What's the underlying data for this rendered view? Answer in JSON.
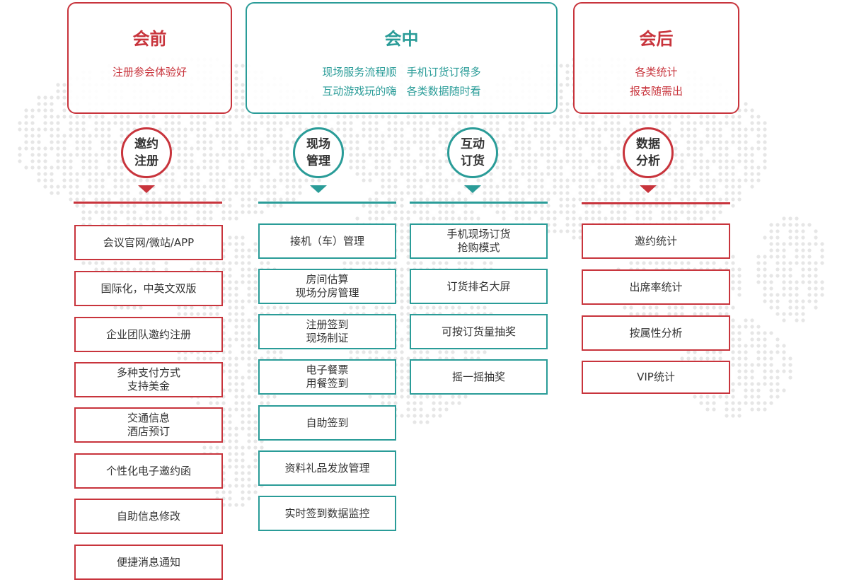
{
  "phases": {
    "pre": {
      "title": "会前",
      "lines": [
        "注册参会体验好"
      ]
    },
    "mid": {
      "title": "会中",
      "lines": [
        "现场服务流程顺   手机订货订得多",
        "互动游戏玩的嗨   各类数据随时看"
      ]
    },
    "post": {
      "title": "会后",
      "lines": [
        "各类统计",
        "报表随需出"
      ]
    }
  },
  "columns": [
    {
      "badge": [
        "邀约",
        "注册"
      ],
      "items": [
        [
          "会议官网/微站/APP"
        ],
        [
          "国际化，中英文双版"
        ],
        [
          "企业团队邀约注册"
        ],
        [
          "多种支付方式",
          "支持美金"
        ],
        [
          "交通信息",
          "酒店预订"
        ],
        [
          "个性化电子邀约函"
        ],
        [
          "自助信息修改"
        ],
        [
          "便捷消息通知"
        ]
      ]
    },
    {
      "badge": [
        "现场",
        "管理"
      ],
      "items": [
        [
          "接机（车）管理"
        ],
        [
          "房间估算",
          "现场分房管理"
        ],
        [
          "注册签到",
          "现场制证"
        ],
        [
          "电子餐票",
          "用餐签到"
        ],
        [
          "自助签到"
        ],
        [
          "资料礼品发放管理"
        ],
        [
          "实时签到数据监控"
        ]
      ]
    },
    {
      "badge": [
        "互动",
        "订货"
      ],
      "items": [
        [
          "手机现场订货",
          "抢购模式"
        ],
        [
          "订货排名大屏"
        ],
        [
          "可按订货量抽奖"
        ],
        [
          "摇一摇抽奖"
        ]
      ]
    },
    {
      "badge": [
        "数据",
        "分析"
      ],
      "items": [
        [
          "邀约统计"
        ],
        [
          "出席率统计"
        ],
        [
          "按属性分析"
        ],
        [
          "VIP统计"
        ]
      ]
    }
  ],
  "colors": {
    "red": "#c8343c",
    "teal": "#2a9c98",
    "text": "#333333",
    "map_dots": "#e6e6e6"
  }
}
